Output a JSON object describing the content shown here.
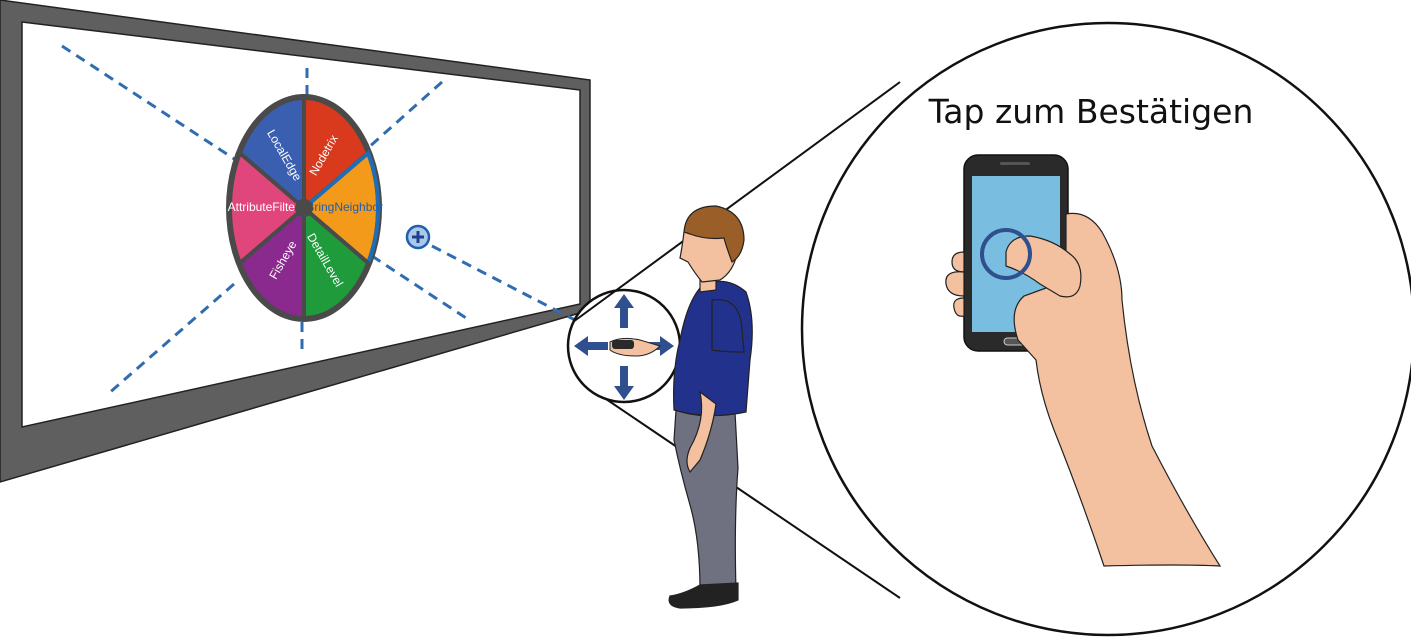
{
  "zoom_caption": "Tap zum Bestätigen",
  "menu": {
    "items": [
      {
        "label": "Nodetrix",
        "color": "#d9391d"
      },
      {
        "label": "BringNeighbor",
        "color": "#f39a1b",
        "selected": true
      },
      {
        "label": "DetailLevel",
        "color": "#1f9b3c"
      },
      {
        "label": "Fisheye",
        "color": "#8a2a8f"
      },
      {
        "label": "AttributeFilter",
        "color": "#e0467b"
      },
      {
        "label": "LocalEdge",
        "color": "#3b5fb0"
      }
    ],
    "highlight_color": "#1f6db5",
    "rim_color": "#4a4a4a"
  },
  "cursor_icon": "plus-cursor-icon",
  "colors": {
    "screen_frame": "#5f5f5f",
    "dashed_line": "#2f6db0",
    "arrow": "#2f4f8f",
    "shirt": "#22318c",
    "pants": "#6f7080",
    "hair": "#9a5f28",
    "skin": "#f3c0a0",
    "phone_screen": "#79bde0"
  }
}
